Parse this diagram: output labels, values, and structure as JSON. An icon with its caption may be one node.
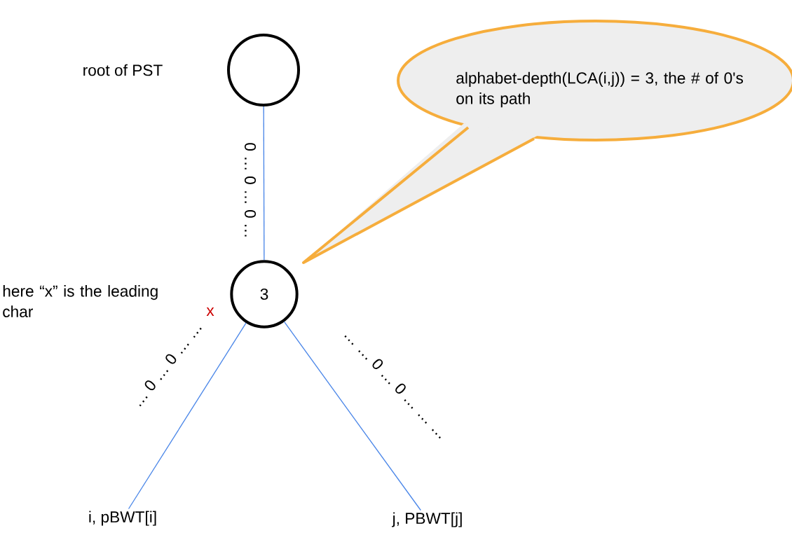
{
  "diagram": {
    "nodes": [
      {
        "text": [],
        "shape": "circle"
      },
      {
        "text": [
          "3"
        ]
      },
      {
        "text": [
          "i, pBWT[i]"
        ]
      },
      {
        "text": [
          "j, PBWT[j]"
        ]
      },
      {
        "text": [
          "alphabet-depth(LCA(i,j)) = 3, the # of 0's on its path"
        ]
      }
    ],
    "edges": [
      {
        "from": 0,
        "to": 1,
        "arrow": "none",
        "label": "0 … 0 … 0 …"
      },
      {
        "from": 1,
        "to": 2,
        "arrow": "none",
        "label": "… 0 … 0 … …"
      },
      {
        "from": 1,
        "to": 3,
        "arrow": "none",
        "label": "… … 0 … 0 … … …"
      }
    ],
    "labels": [
      "root of PST",
      "here “x” is the leading char",
      "x"
    ]
  }
}
